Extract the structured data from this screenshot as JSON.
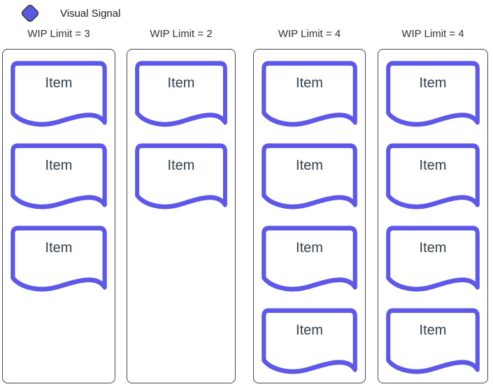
{
  "legend": {
    "icon": "rounded-diamond",
    "icon_color": "#5a5ae0",
    "icon_outline": "#2d3436",
    "label": "Visual Signal"
  },
  "columns": [
    {
      "title": "WIP Limit = 3",
      "wip_limit": 3,
      "items": [
        "Item",
        "Item",
        "Item"
      ]
    },
    {
      "title": "WIP Limit = 2",
      "wip_limit": 2,
      "items": [
        "Item",
        "Item"
      ]
    },
    {
      "title": "WIP Limit = 4",
      "wip_limit": 4,
      "items": [
        "Item",
        "Item",
        "Item",
        "Item"
      ]
    },
    {
      "title": "WIP Limit = 4",
      "wip_limit": 4,
      "items": [
        "Item",
        "Item",
        "Item",
        "Item"
      ]
    }
  ],
  "colors": {
    "item_stroke": "#5d58ea",
    "item_fill": "#ffffff",
    "column_border": "#474747",
    "text_dark": "#33404d",
    "title_text": "#333333"
  }
}
